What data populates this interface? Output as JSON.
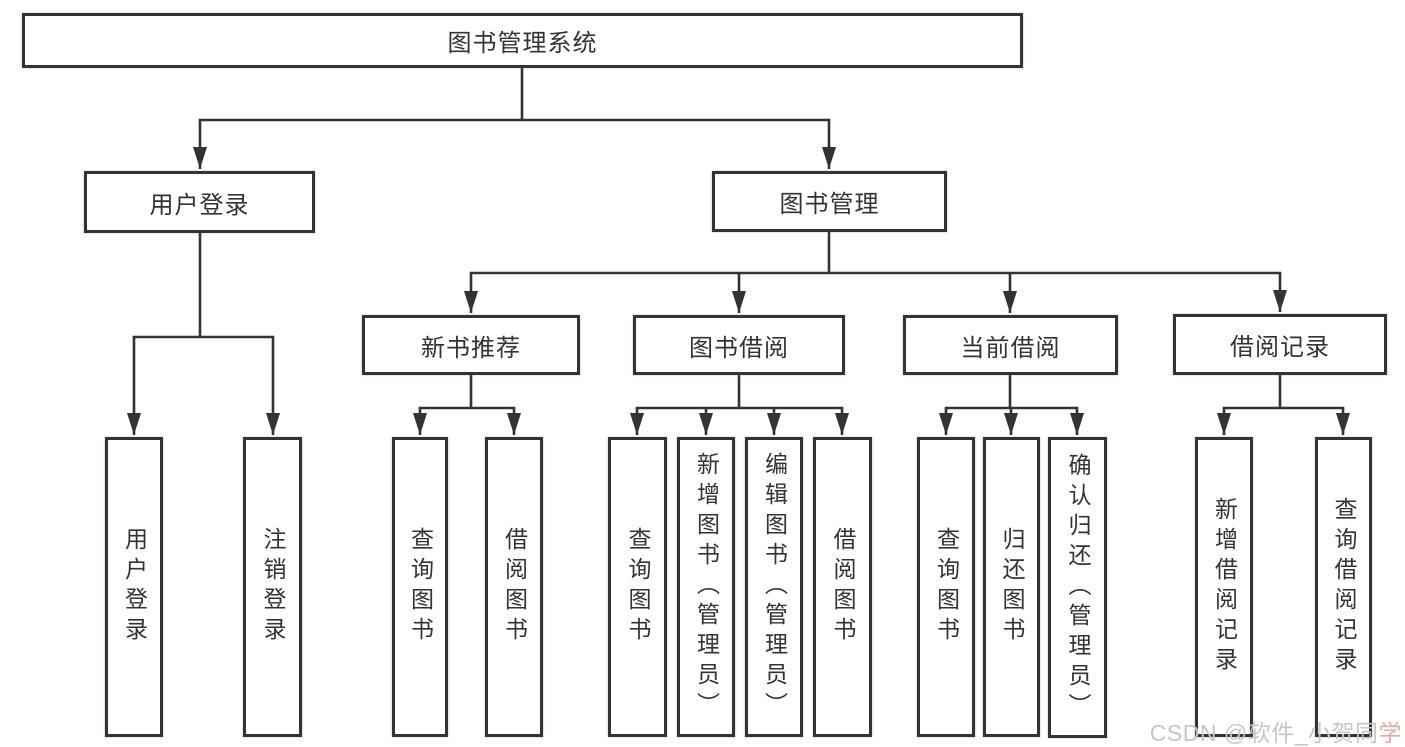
{
  "colors": {
    "line": "#333333",
    "box_border": "#333333",
    "box_fill": "#ffffff",
    "text": "#333333",
    "background": "#ffffff",
    "watermark_gray": "#c6c6c6",
    "watermark_pink": "#eba7a7"
  },
  "tree": {
    "label": "图书管理系统",
    "children": [
      {
        "label": "用户登录",
        "children": [
          {
            "label": "用户登录"
          },
          {
            "label": "注销登录"
          }
        ]
      },
      {
        "label": "图书管理",
        "children": [
          {
            "label": "新书推荐",
            "children": [
              {
                "label": "查询图书"
              },
              {
                "label": "借阅图书"
              }
            ]
          },
          {
            "label": "图书借阅",
            "children": [
              {
                "label": "查询图书"
              },
              {
                "label": "新增图书（管理员）"
              },
              {
                "label": "编辑图书（管理员）"
              },
              {
                "label": "借阅图书"
              }
            ]
          },
          {
            "label": "当前借阅",
            "children": [
              {
                "label": "查询图书"
              },
              {
                "label": "归还图书"
              },
              {
                "label": "确认归还（管理员）"
              }
            ]
          },
          {
            "label": "借阅记录",
            "children": [
              {
                "label": "新增借阅记录"
              },
              {
                "label": "查询借阅记录"
              }
            ]
          }
        ]
      }
    ]
  },
  "watermark": {
    "main": "CSDN @软件_小贺同",
    "accent": "学"
  }
}
